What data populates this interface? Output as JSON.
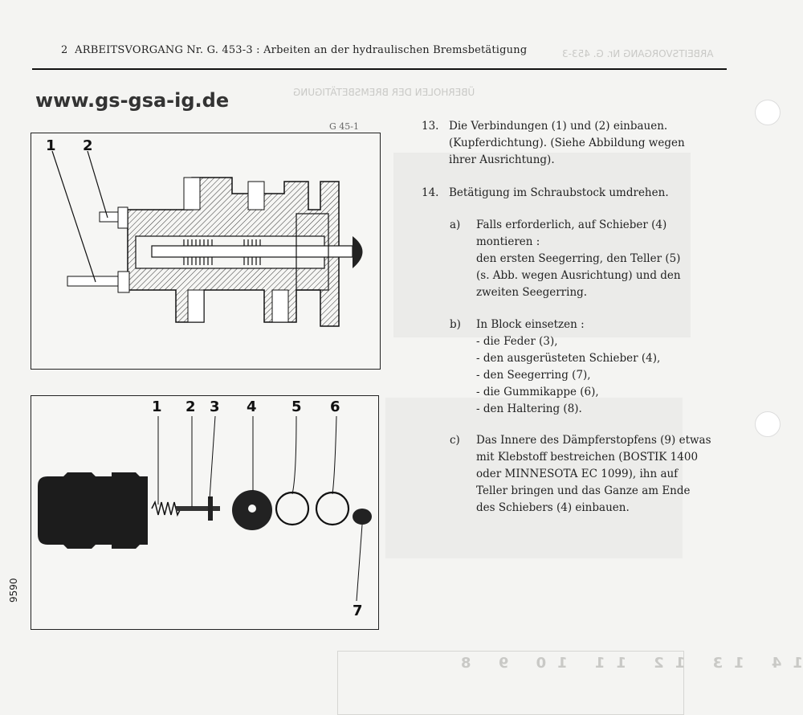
{
  "header": {
    "page_number": "2",
    "title": "ARBEITSVORGANG Nr.  G. 453-3 : Arbeiten an der hydraulischen Bremsbetätigung"
  },
  "website": "www.gs-gsa-ig.de",
  "figure_top": {
    "code": "G 45-1",
    "callouts": [
      "1",
      "2"
    ]
  },
  "figure_bottom": {
    "callouts": [
      "1",
      "2",
      "3",
      "4",
      "5",
      "6",
      "7"
    ]
  },
  "side_code": "9590",
  "steps": {
    "s13": {
      "num": "13.",
      "lines": [
        "Die Verbindungen (1) und (2) einbauen.",
        "(Kupferdichtung). (Siehe Abbildung wegen",
        "ihrer Ausrichtung)."
      ]
    },
    "s14": {
      "num": "14.",
      "text": "Betätigung im Schraubstock umdrehen."
    },
    "a": {
      "label": "a)",
      "lines": [
        "Falls erforderlich,  auf Schieber (4)",
        "montieren :",
        "den ersten Seegerring, den Teller (5)",
        "(s. Abb. wegen Ausrichtung) und den",
        "zweiten Seegerring."
      ]
    },
    "b": {
      "label": "b)",
      "lines": [
        "In Block einsetzen :",
        "- die Feder (3),",
        "- den ausgerüsteten Schieber (4),",
        "- den Seegerring (7),",
        "- die Gummikappe (6),",
        "- den Haltering (8)."
      ]
    },
    "c": {
      "label": "c)",
      "lines": [
        "Das Innere des Dämpferstopfens (9) etwas",
        "mit Klebstoff bestreichen (BOSTIK 1400",
        "oder MINNESOTA EC 1099), ihn auf",
        "Teller bringen und das Ganze am Ende",
        "des Schiebers (4) einbauen."
      ]
    }
  },
  "colors": {
    "ink": "#222222",
    "paper": "#f4f4f2",
    "bleed": "#c9c9c6"
  }
}
